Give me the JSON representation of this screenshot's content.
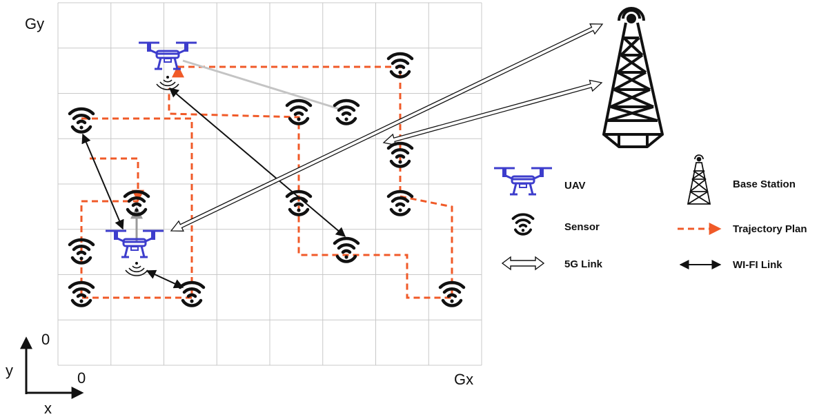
{
  "grid": {
    "columns": 8,
    "rows": 8,
    "x_axis_origin": "0",
    "x_axis_end": "Gx",
    "y_axis_origin": "0",
    "y_axis_end": "Gy"
  },
  "axes_indicator": {
    "x": "x",
    "y": "y"
  },
  "legend": [
    {
      "key": "uav",
      "label": "UAV",
      "icon": "drone-icon"
    },
    {
      "key": "sensor",
      "label": "Sensor",
      "icon": "wifi-sensor-icon"
    },
    {
      "key": "link5g",
      "label": "5G Link",
      "icon": "double-arrow-icon"
    },
    {
      "key": "base",
      "label": "Base Station",
      "icon": "tower-icon"
    },
    {
      "key": "traj",
      "label": "Trajectory Plan",
      "icon": "dashed-arrow-icon"
    },
    {
      "key": "wifi",
      "label": "WI-FI Link",
      "icon": "thin-double-arrow-icon"
    }
  ],
  "colors": {
    "uav": "#3d3dcc",
    "trajectory": "#f05a28",
    "grid": "#c8c8c8",
    "ink": "#111111",
    "soft_link": "#c4c4c4"
  }
}
